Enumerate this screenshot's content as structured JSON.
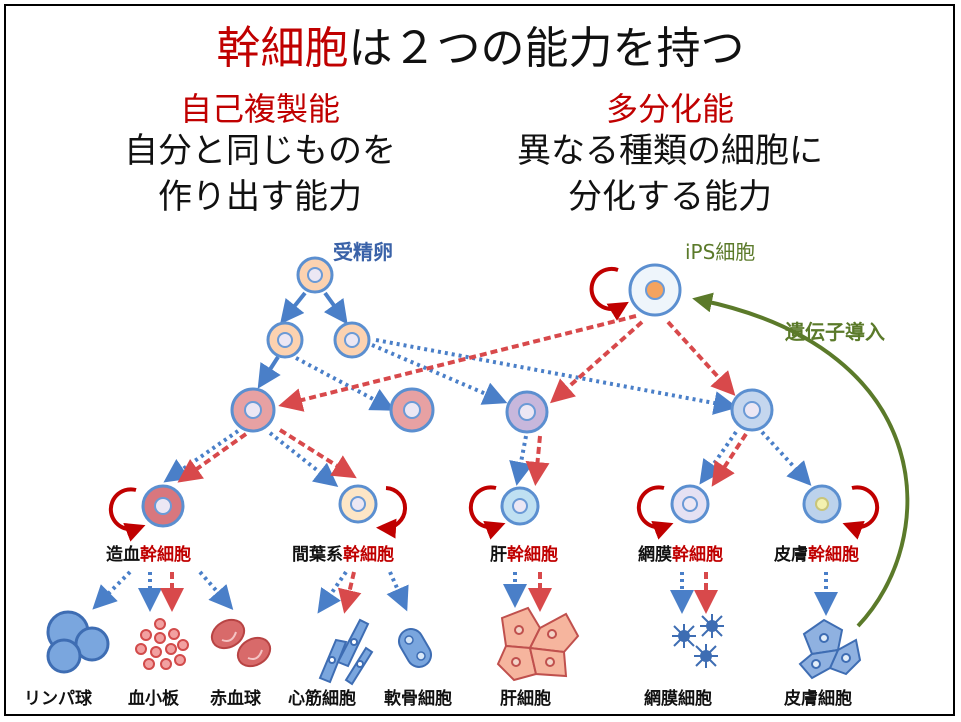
{
  "title": {
    "red": "幹細胞",
    "rest": "は２つの能力を持つ"
  },
  "left": {
    "heading": "自己複製能",
    "line1": "自分と同じものを",
    "line2": "作り出す能力"
  },
  "right": {
    "heading": "多分化能",
    "line1": "異なる種類の細胞に",
    "line2": "分化する能力"
  },
  "egg_label": "受精卵",
  "ips_label": "iPS細胞",
  "gene_label": "遺伝子導入",
  "stem": {
    "hematopoietic": {
      "a": "造血",
      "b": "幹細胞"
    },
    "mesenchymal": {
      "a": "間葉系",
      "b": "幹細胞"
    },
    "liver": {
      "a": "肝",
      "b": "幹細胞"
    },
    "retina": {
      "a": "網膜",
      "b": "幹細胞"
    },
    "skin": {
      "a": "皮膚",
      "b": "幹細胞"
    }
  },
  "bottom": [
    "リンパ球",
    "血小板",
    "赤血球",
    "心筋細胞",
    "軟骨細胞",
    "肝細胞",
    "網膜細胞",
    "皮膚細胞"
  ],
  "colors": {
    "red": "#c00000",
    "blue": "#4a7fc8",
    "green": "#5b7a2a",
    "egg_blue": "#3a62a8"
  }
}
